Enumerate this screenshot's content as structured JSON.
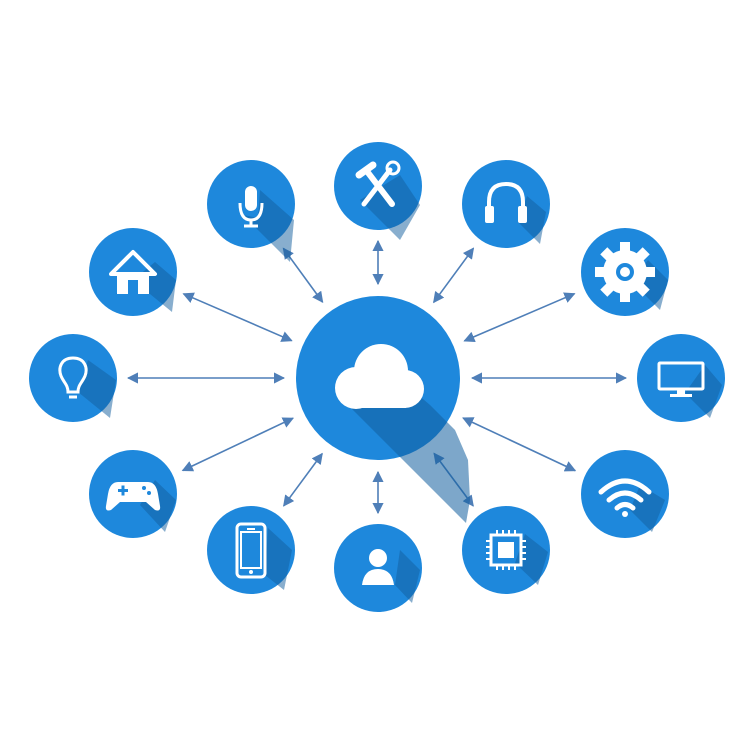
{
  "colors": {
    "background": "#ffffff",
    "node_fill": "#1e88dc",
    "hub_fill": "#1e88dc",
    "icon": "#ffffff",
    "icon_shadow": "#125e9e",
    "connector": "#4f7fb8"
  },
  "hub": {
    "name": "cloud",
    "icon": "cloud-icon"
  },
  "nodes": [
    {
      "name": "microphone",
      "icon": "microphone-icon"
    },
    {
      "name": "tools",
      "icon": "tools-icon"
    },
    {
      "name": "headphones",
      "icon": "headphones-icon"
    },
    {
      "name": "home",
      "icon": "home-icon"
    },
    {
      "name": "settings",
      "icon": "gear-icon"
    },
    {
      "name": "lightbulb",
      "icon": "lightbulb-icon"
    },
    {
      "name": "monitor",
      "icon": "monitor-icon"
    },
    {
      "name": "gamepad",
      "icon": "gamepad-icon"
    },
    {
      "name": "wifi",
      "icon": "wifi-icon"
    },
    {
      "name": "smartphone",
      "icon": "smartphone-icon"
    },
    {
      "name": "user",
      "icon": "user-icon"
    },
    {
      "name": "chip",
      "icon": "chip-icon"
    }
  ],
  "connectors": [
    {
      "from": "cloud",
      "to": "microphone",
      "style": "double-arrow"
    },
    {
      "from": "cloud",
      "to": "tools",
      "style": "double-arrow"
    },
    {
      "from": "cloud",
      "to": "headphones",
      "style": "double-arrow"
    },
    {
      "from": "cloud",
      "to": "home",
      "style": "double-arrow"
    },
    {
      "from": "cloud",
      "to": "settings",
      "style": "double-arrow"
    },
    {
      "from": "cloud",
      "to": "lightbulb",
      "style": "double-arrow"
    },
    {
      "from": "cloud",
      "to": "monitor",
      "style": "double-arrow"
    },
    {
      "from": "cloud",
      "to": "gamepad",
      "style": "double-arrow"
    },
    {
      "from": "cloud",
      "to": "wifi",
      "style": "double-arrow"
    },
    {
      "from": "cloud",
      "to": "smartphone",
      "style": "double-arrow"
    },
    {
      "from": "cloud",
      "to": "user",
      "style": "double-arrow"
    },
    {
      "from": "cloud",
      "to": "chip",
      "style": "double-arrow"
    }
  ]
}
